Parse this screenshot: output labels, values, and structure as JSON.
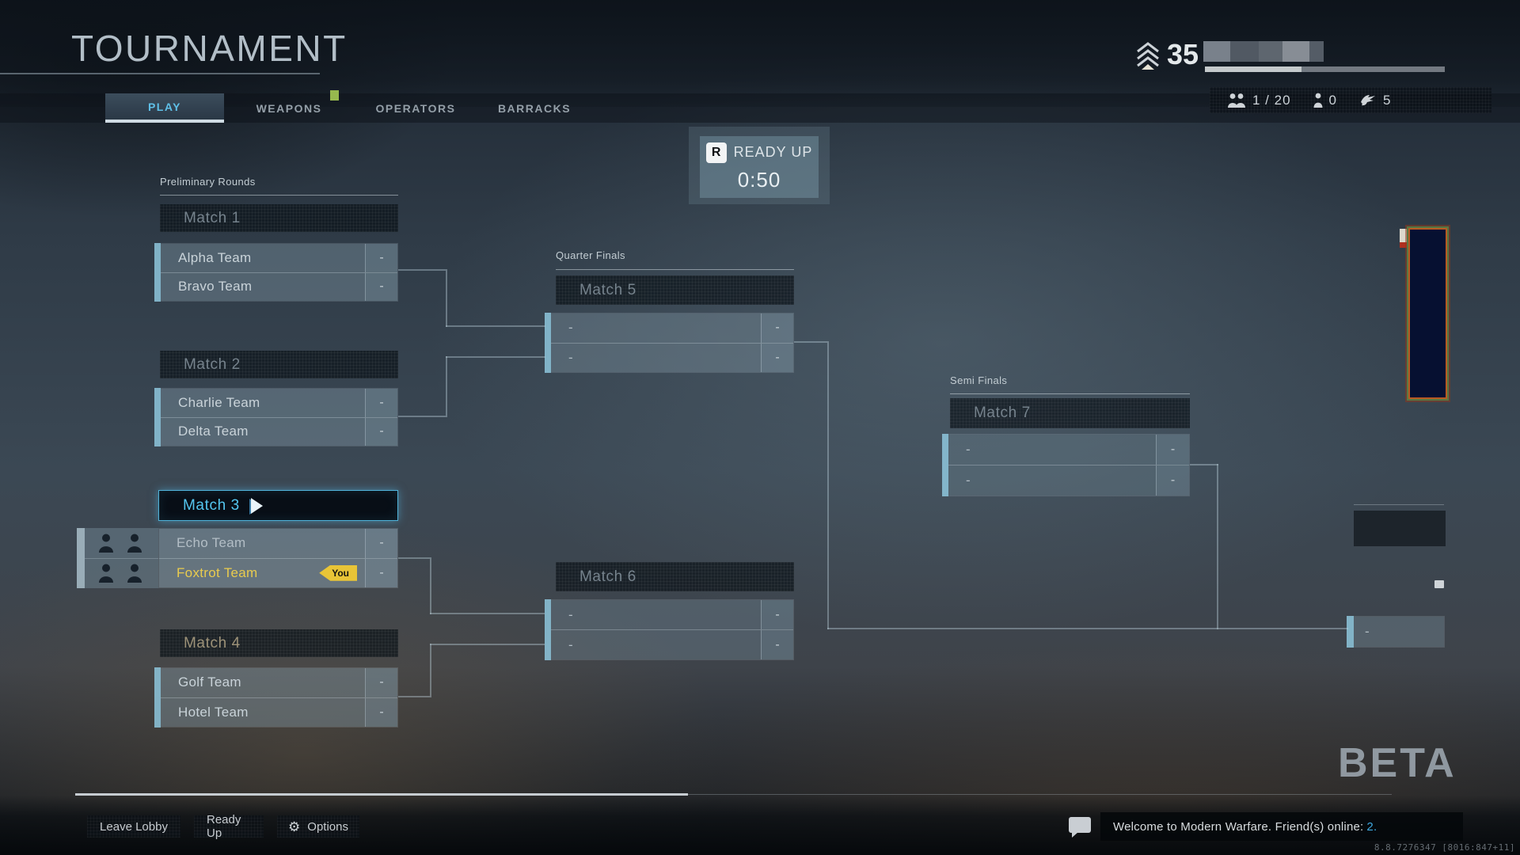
{
  "header": {
    "title": "TOURNAMENT"
  },
  "tabs": [
    {
      "label": "PLAY",
      "active": true
    },
    {
      "label": "WEAPONS",
      "has_badge": true
    },
    {
      "label": "OPERATORS"
    },
    {
      "label": "BARRACKS"
    }
  ],
  "player": {
    "level": "35"
  },
  "lobby_counters": {
    "party": "1 / 20",
    "spectators": "0",
    "social": "5"
  },
  "ready_up": {
    "key": "R",
    "label": "READY UP",
    "timer": "0:50"
  },
  "bracket": {
    "you_badge": "You",
    "rounds": [
      {
        "name": "Preliminary Rounds",
        "matches": [
          {
            "title": "Match 1",
            "teams": [
              {
                "name": "Alpha Team",
                "score": "-"
              },
              {
                "name": "Bravo Team",
                "score": "-"
              }
            ]
          },
          {
            "title": "Match 2",
            "teams": [
              {
                "name": "Charlie Team",
                "score": "-"
              },
              {
                "name": "Delta Team",
                "score": "-"
              }
            ]
          },
          {
            "title": "Match 3",
            "selected": true,
            "teams": [
              {
                "name": "Echo Team",
                "score": "-"
              },
              {
                "name": "Foxtrot Team",
                "score": "-",
                "is_you": true
              }
            ]
          },
          {
            "title": "Match 4",
            "teams": [
              {
                "name": "Golf Team",
                "score": "-"
              },
              {
                "name": "Hotel Team",
                "score": "-"
              }
            ]
          }
        ]
      },
      {
        "name": "Quarter Finals",
        "matches": [
          {
            "title": "Match 5",
            "teams": [
              {
                "name": "-",
                "score": "-"
              },
              {
                "name": "-",
                "score": "-"
              }
            ]
          },
          {
            "title": "Match 6",
            "teams": [
              {
                "name": "-",
                "score": "-"
              },
              {
                "name": "-",
                "score": "-"
              }
            ]
          }
        ]
      },
      {
        "name": "Semi Finals",
        "matches": [
          {
            "title": "Match 7",
            "teams": [
              {
                "name": "-",
                "score": "-"
              },
              {
                "name": "-",
                "score": "-"
              }
            ]
          }
        ]
      }
    ],
    "finals_partial": {
      "placeholder": "-"
    }
  },
  "footer": {
    "buttons": [
      {
        "label": "Leave Lobby"
      },
      {
        "label": "Ready Up"
      },
      {
        "label": "Options",
        "icon": "gear"
      }
    ],
    "motd_text": "Welcome to Modern Warfare. Friend(s) online:",
    "motd_highlight": "2.",
    "version": "8.8.7276347 [8016:847+11]"
  },
  "watermark": "BETA",
  "colors": {
    "accent_cyan": "#54c6ef",
    "selection_border": "#4fb3da",
    "you_yellow": "#e8c437",
    "tab_badge_green": "#96b84e",
    "xp_fill": "#d8dcde"
  }
}
